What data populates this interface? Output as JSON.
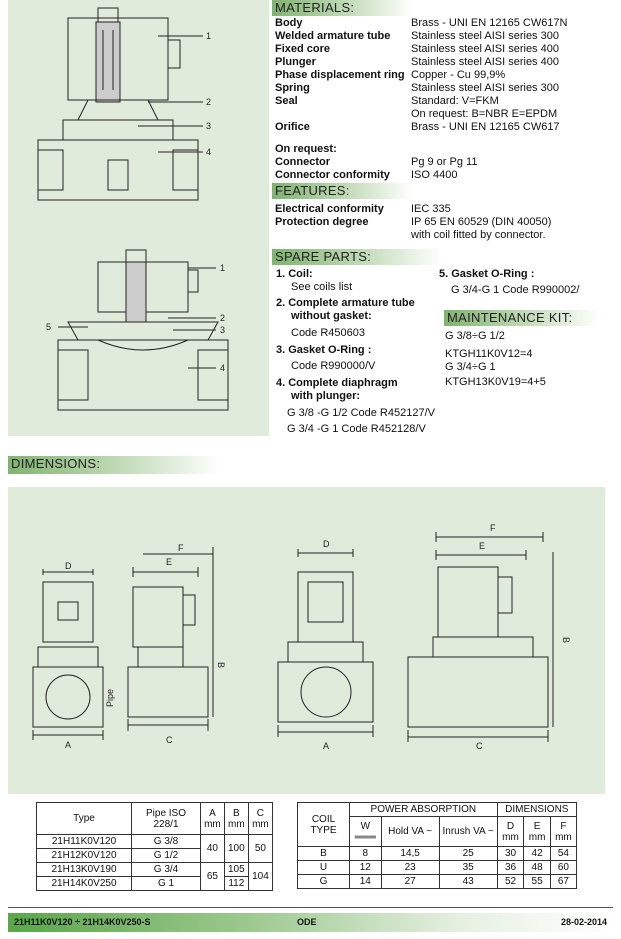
{
  "materials": {
    "title": "MATERIALS:",
    "rows": [
      {
        "label": "Body",
        "value": "Brass - UNI EN 12165 CW617N"
      },
      {
        "label": "Welded armature tube",
        "value": "Stainless steel AISI series 300"
      },
      {
        "label": "Fixed core",
        "value": "Stainless steel AISI series 400"
      },
      {
        "label": "Plunger",
        "value": "Stainless steel AISI series 400"
      },
      {
        "label": "Phase displacement ring",
        "value": "Copper - Cu 99,9%"
      },
      {
        "label": "Spring",
        "value": "Stainless steel AISI series 300"
      },
      {
        "label": "Seal",
        "value": "Standard:    V=FKM"
      },
      {
        "label": "",
        "value": "On request:  B=NBR    E=EPDM"
      },
      {
        "label": "Orifice",
        "value": "Brass - UNI EN 12165 CW617"
      }
    ],
    "on_request": "On request:",
    "extra": [
      {
        "label": "Connector",
        "value": "Pg 9 or Pg 11"
      },
      {
        "label": "Connector conformity",
        "value": "ISO 4400"
      }
    ]
  },
  "features": {
    "title": "FEATURES:",
    "rows": [
      {
        "label": "Electrical conformity",
        "value": "IEC 335"
      },
      {
        "label": "Protection degree",
        "value": "IP 65 EN 60529 (DIN 40050)"
      }
    ],
    "note": " with coil fitted by connector."
  },
  "spare": {
    "title": "SPARE PARTS:",
    "p1": "1.  Coil:",
    "p1a": "See coils list",
    "p2": "2.  Complete armature tube",
    "p2b": "without gasket:",
    "p2a": "Code R450603",
    "p3": "3.  Gasket  O-Ring :",
    "p3a": "Code  R990000/V",
    "p4": "4. Complete diaphragm",
    "p4b": "with plunger:",
    "p4a": "G 3/8 -G 1/2  Code R452127/V",
    "p4c": "G 3/4 -G 1   Code R452128/V",
    "p5": "5. Gasket  O-Ring :",
    "p5a": "G 3/4-G 1 Code R990002/"
  },
  "kit": {
    "title": "MAINTENANCE KIT:",
    "l1": "G 3/8÷G 1/2",
    "l2": "KTGH11K0V12=4",
    "l3": "G 3/4÷G 1",
    "l4": "KTGH13K0V19=4+5"
  },
  "callouts": [
    "1",
    "2",
    "3",
    "4",
    "5"
  ],
  "dims_title": "DIMENSIONS:",
  "dim_letters": {
    "A": "A",
    "B": "B",
    "C": "C",
    "D": "D",
    "E": "E",
    "F": "F",
    "pipe": "Pipe"
  },
  "table1": {
    "headers": [
      "Type",
      "Pipe ISO 228/1",
      "A mm",
      "B mm",
      "C mm"
    ],
    "rows": [
      [
        "21H11K0V120",
        "G 3/8"
      ],
      [
        "21H12K0V120",
        "G 1/2"
      ],
      [
        "21H13K0V190",
        "G 3/4"
      ],
      [
        "21H14K0V250",
        "G 1"
      ]
    ],
    "a": [
      "40",
      "65"
    ],
    "b": [
      "100",
      "105",
      "112"
    ],
    "c": [
      "50",
      "104"
    ]
  },
  "table2": {
    "coil_type": "COIL TYPE",
    "power": "POWER ABSORPTION",
    "dims": "DIMENSIONS",
    "sub": [
      "W ═══",
      "Hold VA ~",
      "Inrush VA ~",
      "D mm",
      "E mm",
      "F mm"
    ],
    "rows": [
      [
        "B",
        "8",
        "14,5",
        "25",
        "30",
        "42",
        "54"
      ],
      [
        "U",
        "12",
        "23",
        "35",
        "36",
        "48",
        "60"
      ],
      [
        "G",
        "14",
        "27",
        "43",
        "52",
        "55",
        "67"
      ]
    ]
  },
  "footer": {
    "left": "21H11K0V120 ÷ 21H14K0V250-S",
    "center": "ODE",
    "right": "28-02-2014"
  }
}
